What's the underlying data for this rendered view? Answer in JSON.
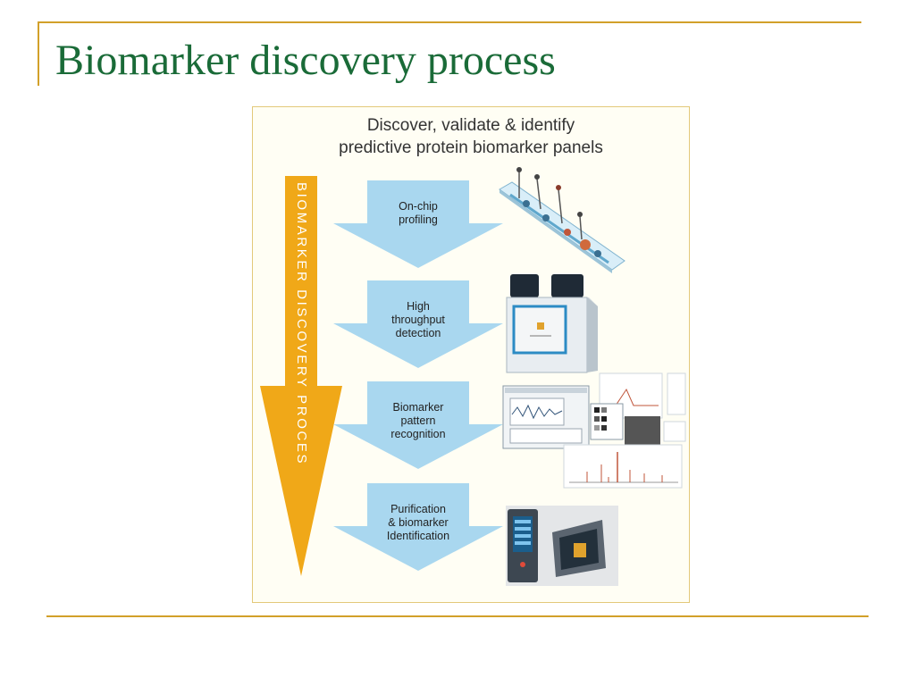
{
  "slide": {
    "title": "Biomarker discovery process"
  },
  "figure": {
    "header_line1": "Discover, validate & identify",
    "header_line2": "predictive protein biomarker panels",
    "vertical_arrow_label": "BIOMARKER DISCOVERY PROCES",
    "steps": [
      {
        "lines": [
          "On-chip",
          "profiling"
        ],
        "image": "protein-chip-icon"
      },
      {
        "lines": [
          "High",
          "throughput",
          "detection"
        ],
        "image": "reader-instrument-icon"
      },
      {
        "lines": [
          "Biomarker",
          "pattern",
          "recognition"
        ],
        "image": "software-screens-icon"
      },
      {
        "lines": [
          "Purification",
          "& biomarker",
          "Identification"
        ],
        "image": "identification-system-icon"
      }
    ]
  },
  "colors": {
    "title": "#1a6b38",
    "rule": "#d2a02a",
    "big_arrow": "#f0a818",
    "step_arrow": "#a9d7ef"
  }
}
